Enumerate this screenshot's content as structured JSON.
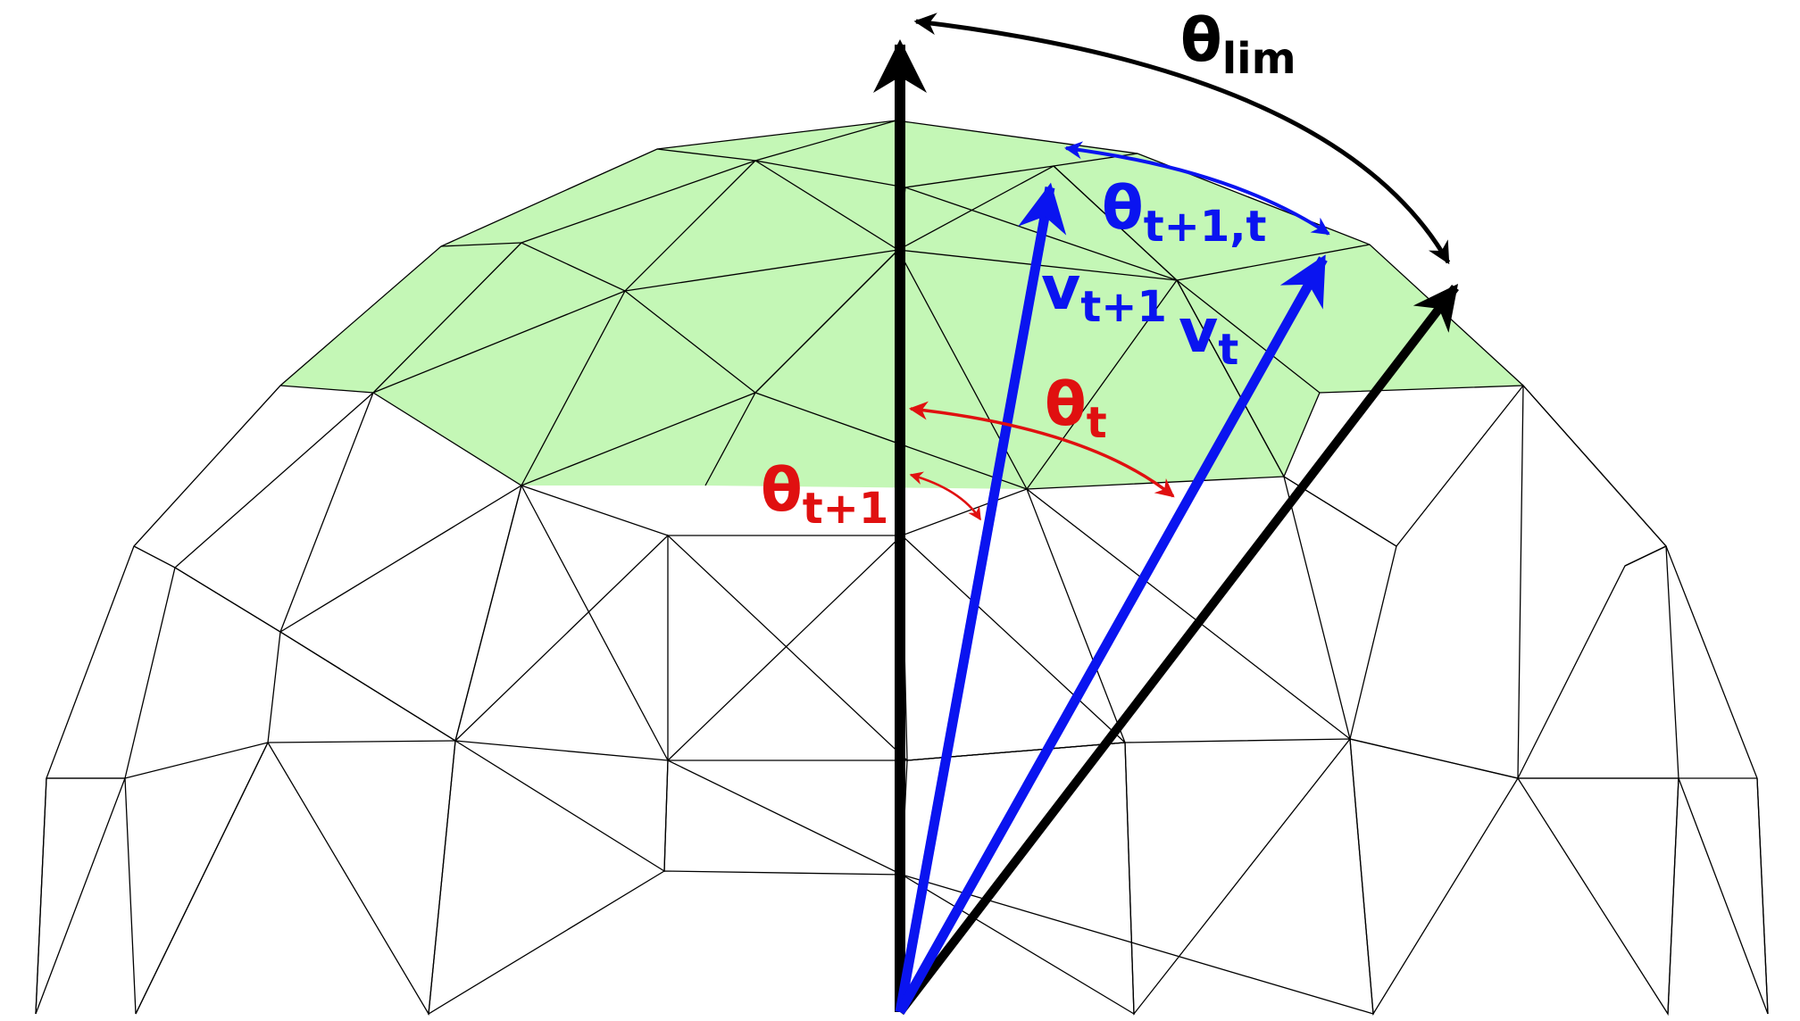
{
  "colors": {
    "cap_fill": "#c4f7b6",
    "mesh_stroke": "#000000",
    "axis": "#000000",
    "velocity": "#0a14f0",
    "angle_red": "#e01010",
    "blue_text": "#0a14f0"
  },
  "labels": {
    "theta_lim": {
      "base": "θ",
      "sub": "lim"
    },
    "theta_t1_t": {
      "base": "θ",
      "sub": "t+1,t"
    },
    "v_t1": {
      "base": "v",
      "sub": "t+1"
    },
    "v_t": {
      "base": "v",
      "sub": "t"
    },
    "theta_t": {
      "base": "θ",
      "sub": "t"
    },
    "theta_t1": {
      "base": "θ",
      "sub": "t+1"
    }
  }
}
